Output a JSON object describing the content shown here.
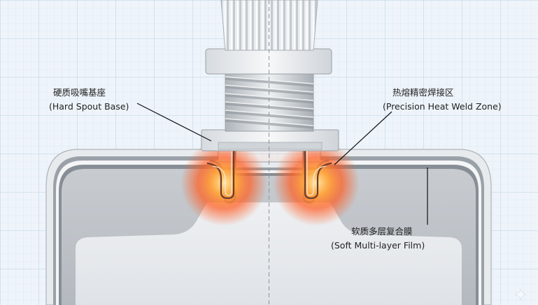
{
  "labels": {
    "spout_base_cn": "硬质吸嘴基座",
    "spout_base_en": "(Hard Spout Base)",
    "weld_zone_cn": "热熔精密焊接区",
    "weld_zone_en": "(Precision Heat Weld Zone)",
    "film_cn": "软质多层复合膜",
    "film_en": "(Soft Multi-layer Film)"
  },
  "colors": {
    "background": "#eef4fa",
    "grid": "#c9daea",
    "heat": "#ff5a1f",
    "label_text": "#222222",
    "leader_line": "#111111"
  },
  "icons": {
    "watermark": "sparkle-icon"
  }
}
